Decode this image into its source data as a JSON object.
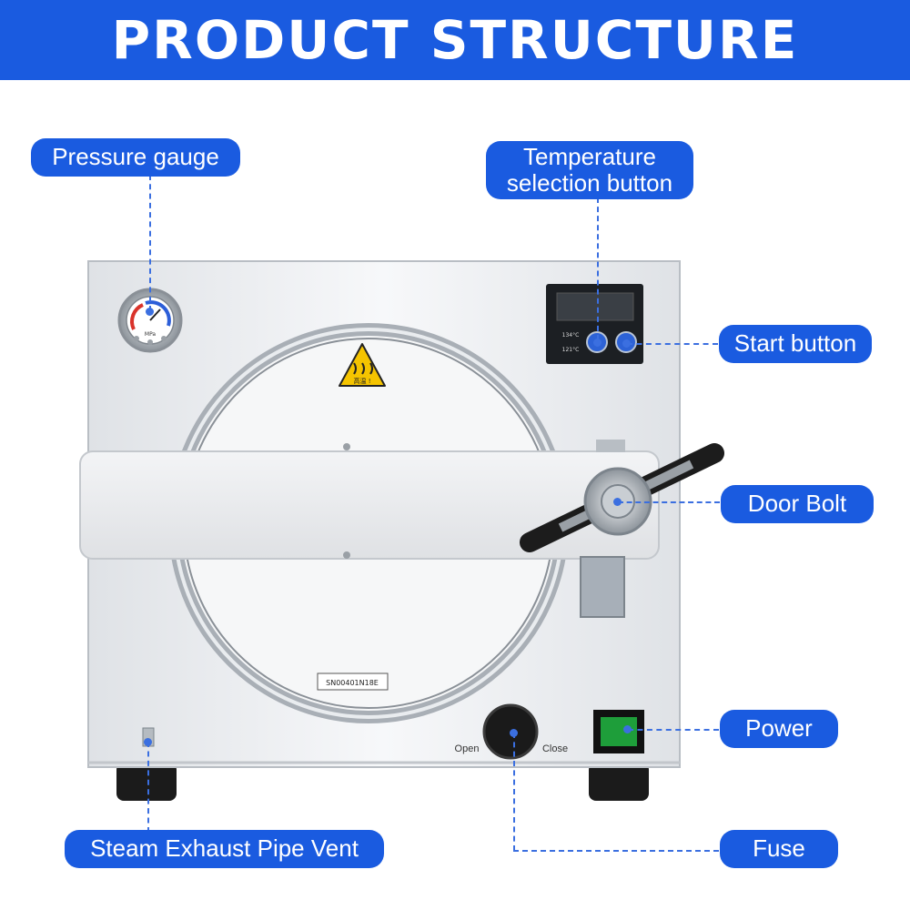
{
  "header": {
    "title": "PRODUCT STRUCTURE"
  },
  "labels": {
    "pressure_gauge": "Pressure gauge",
    "temperature_selection": "Temperature selection button",
    "start_button": "Start button",
    "door_bolt": "Door Bolt",
    "power": "Power",
    "fuse": "Fuse",
    "steam_exhaust": "Steam Exhaust Pipe Vent"
  },
  "device": {
    "warning_sign_text": "高温 !",
    "serial_plate": "SN00401N18E",
    "knob_open": "Open",
    "knob_close": "Close",
    "temp_134": "134°C",
    "temp_121": "121°C",
    "gauge_unit": "MPa"
  },
  "colors": {
    "accent": "#1a5be0",
    "leader": "#3b6fe0",
    "body": "#eef0f3",
    "warning": "#f5c400",
    "power": "#1e9e3a"
  }
}
